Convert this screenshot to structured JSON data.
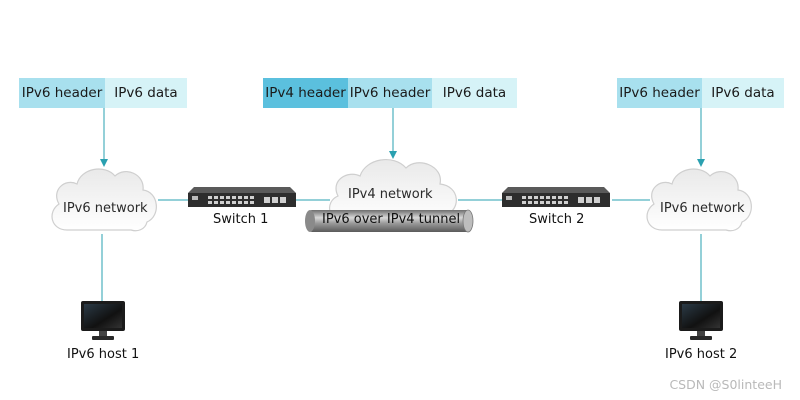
{
  "packets": {
    "left": {
      "header": "IPv6 header",
      "data": "IPv6 data"
    },
    "middle": {
      "outer_header": "IPv4 header",
      "header": "IPv6 header",
      "data": "IPv6 data"
    },
    "right": {
      "header": "IPv6 header",
      "data": "IPv6 data"
    }
  },
  "clouds": {
    "left": "IPv6 network",
    "middle": "IPv4 network",
    "right": "IPv6 network"
  },
  "tunnel": "IPv6 over IPv4 tunnel",
  "switches": {
    "one": "Switch 1",
    "two": "Switch 2"
  },
  "hosts": {
    "one": "IPv6 host 1",
    "two": "IPv6 host 2"
  },
  "watermark": "CSDN @S0linteeH",
  "colors": {
    "ipv6_header": "#a8e0ee",
    "ipv6_data": "#d6f3f7",
    "ipv4_header": "#5bc0de",
    "link": "#2aa0b0"
  }
}
